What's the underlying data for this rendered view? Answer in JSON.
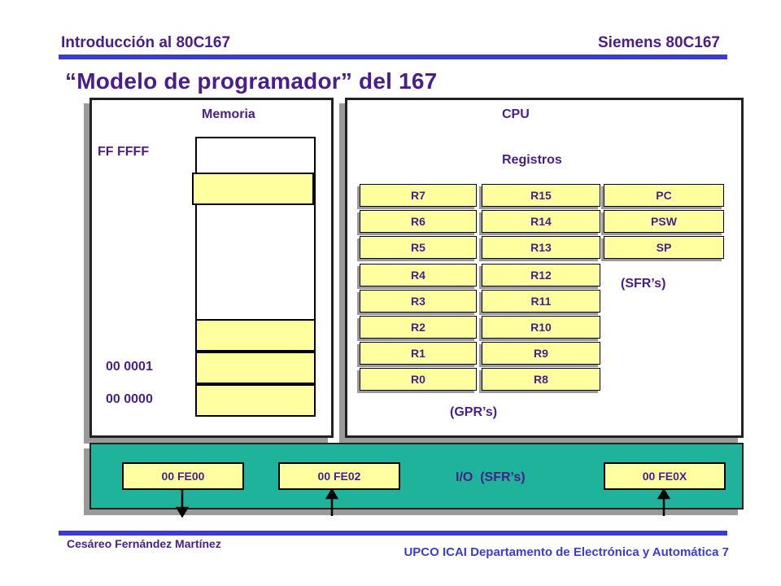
{
  "header": {
    "left": "Introducción al 80C167",
    "right": "Siemens 80C167"
  },
  "title": "“Modelo de programador” del 167",
  "memory": {
    "label": "Memoria",
    "addr_top": "FF FFFF",
    "addr_1": "00 0001",
    "addr_0": "00 0000"
  },
  "cpu": {
    "label": "CPU",
    "registers_label": "Registros",
    "gpr_low": [
      "R7",
      "R6",
      "R5",
      "R4",
      "R3",
      "R2",
      "R1",
      "R0"
    ],
    "gpr_high": [
      "R15",
      "R14",
      "R13",
      "R12",
      "R11",
      "R10",
      "R9",
      "R8"
    ],
    "sfr": [
      "PC",
      "PSW",
      "SP"
    ],
    "sfr_label": "(SFR’s)",
    "gpr_label": "(GPR’s)"
  },
  "io": {
    "label": "I/O  (SFR’s)",
    "boxes": [
      "00 FE00",
      "00 FE02",
      "00 FE0X"
    ]
  },
  "footer": {
    "author": "Cesáreo Fernández Martínez",
    "dept": "UPCO ICAI Departamento de Electrónica y Automática 7"
  },
  "colors": {
    "text": "#4a1e8a",
    "rule": "#3b3bd6",
    "register_fill": "#ffffa0",
    "io_fill": "#1fb39b"
  }
}
